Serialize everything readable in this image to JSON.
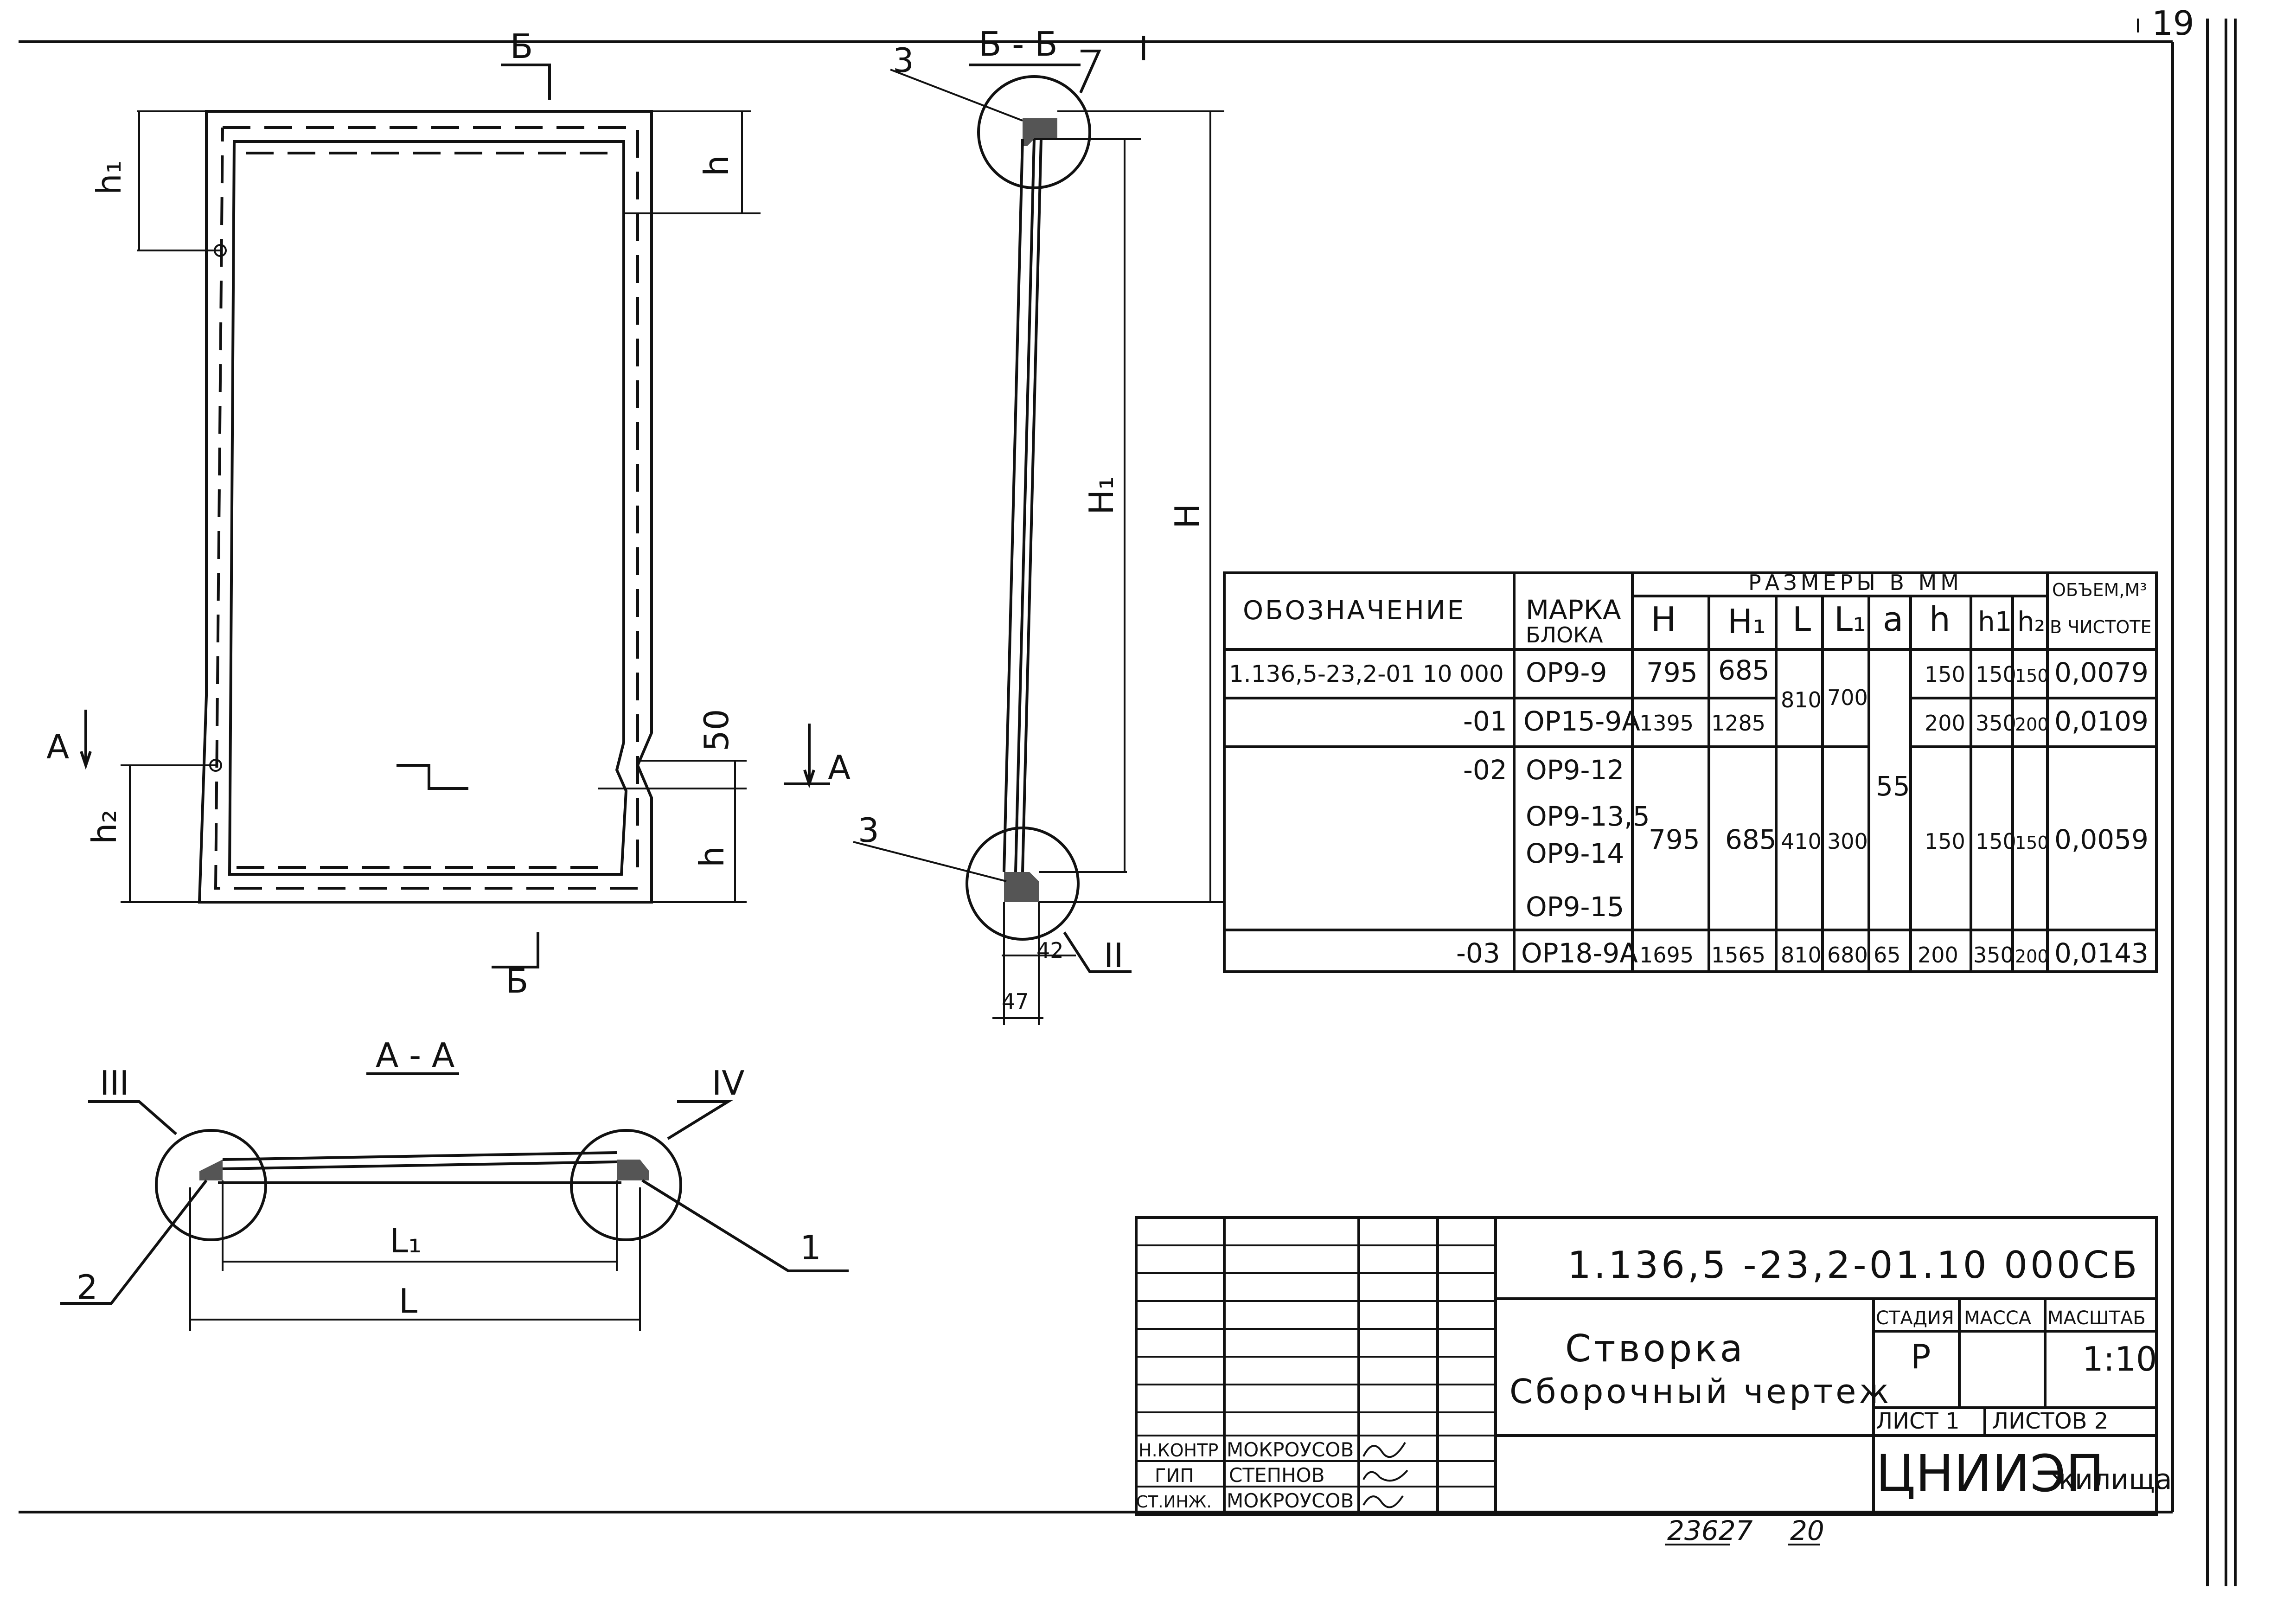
{
  "sheet": {
    "page_number": "19",
    "archive_number": "23627",
    "archive_format": "20"
  },
  "front_view": {
    "section_b_top": "Б",
    "section_b_bottom": "Б",
    "section_a_left": "А",
    "section_a_right": "А",
    "dim_h_top": "h",
    "dim_h_bottom": "h",
    "dim_h1": "h₁",
    "dim_h2": "h₂",
    "dim_50": "50"
  },
  "section_bb": {
    "title": "Б - Б",
    "leader_top": "3",
    "leader_bottom": "3",
    "node_i": "I",
    "node_ii": "II",
    "dim_H1": "H₁",
    "dim_H": "H",
    "dim_42": "42",
    "dim_47": "47"
  },
  "section_aa": {
    "title": "А - А",
    "node_iii": "III",
    "node_iv": "IV",
    "leader_1": "1",
    "leader_2": "2",
    "dim_L1": "L₁",
    "dim_L": "L"
  },
  "table": {
    "header_group": "РАЗМЕРЫ В ММ",
    "col_designation": "ОБОЗНАЧЕНИЕ",
    "col_mark_1": "МАРКА",
    "col_mark_2": "БЛОКА",
    "col_H": "H",
    "col_H1": "H₁",
    "col_L": "L",
    "col_L1": "L₁",
    "col_a": "a",
    "col_h": "h",
    "col_h1": "h1",
    "col_h2": "h₂",
    "col_vol_1": "ОБЪЕМ,М³",
    "col_vol_2": "В ЧИСТОТЕ",
    "rows": [
      {
        "designation": "1.136,5-23,2-01 10 000",
        "marks": [
          "ОР9-9"
        ],
        "H": "795",
        "H1": "685",
        "L": "",
        "L1": "",
        "a": "",
        "h": "150",
        "h1": "150",
        "h2": "150",
        "volume": "0,0079"
      },
      {
        "designation": "-01",
        "marks": [
          "ОР15-9А"
        ],
        "H": "1395",
        "H1": "1285",
        "L": "",
        "L1": "",
        "a": "",
        "h": "200",
        "h1": "350",
        "h2": "200",
        "volume": "0,0109"
      },
      {
        "designation": "-02",
        "marks": [
          "ОР9-12",
          "ОР9-13,5",
          "ОР9-14",
          "ОР9-15"
        ],
        "H": "795",
        "H1": "685",
        "L": "410",
        "L1": "300",
        "a": "",
        "h": "150",
        "h1": "150",
        "h2": "150",
        "volume": "0,0059"
      },
      {
        "designation": "-03",
        "marks": [
          "ОР18-9А"
        ],
        "H": "1695",
        "H1": "1565",
        "L": "810",
        "L1": "680",
        "a": "65",
        "h": "200",
        "h1": "350",
        "h2": "200",
        "volume": "0,0143"
      }
    ],
    "merged_L_01": "810",
    "merged_L1_01": "700",
    "merged_a_012": "55"
  },
  "title_block": {
    "code": "1.136,5 -23,2-01.10  000СБ",
    "name_1": "Створка",
    "name_2": "Сборочный чертеж",
    "stage_label": "СТАДИЯ",
    "mass_label": "МАССА",
    "scale_label": "МАСШТАБ",
    "stage": "Р",
    "scale": "1:10",
    "sheet_label": "ЛИСТ 1",
    "sheets_label": "ЛИСТОВ 2",
    "org_1": "ЦНИИЭП",
    "org_2": "жилища",
    "signers": [
      {
        "role": "Н.КОНТР",
        "name": "МОКРОУСОВ"
      },
      {
        "role": "ГИП",
        "name": "СТЕПНОВ"
      },
      {
        "role": "СТ.ИНЖ.",
        "name": "МОКРОУСОВ"
      }
    ]
  }
}
